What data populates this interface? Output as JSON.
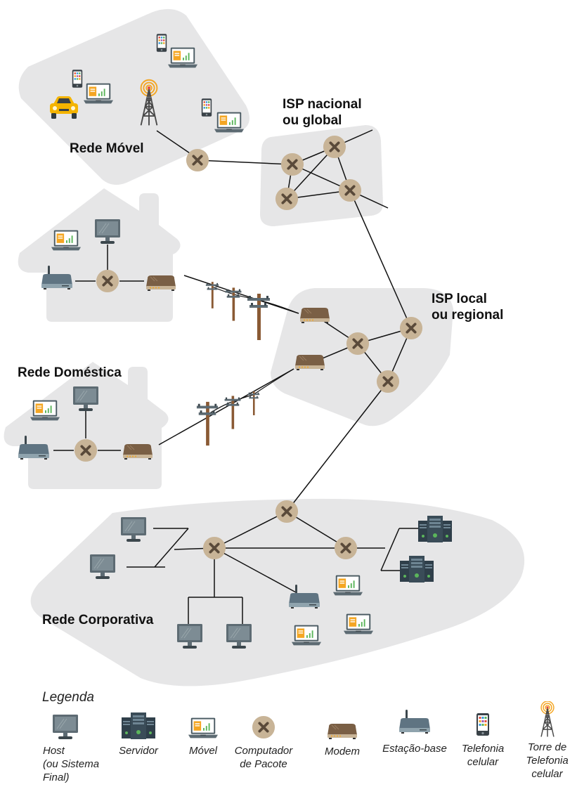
{
  "regions": {
    "mobile_network": "Rede Móvel",
    "isp_national": [
      "ISP nacional",
      "ou global"
    ],
    "isp_local": [
      "ISP local",
      "ou regional"
    ],
    "home_network": "Rede Doméstica",
    "enterprise_network": "Rede Corporativa"
  },
  "legend": {
    "title": "Legenda",
    "items": [
      {
        "icon": "host-icon",
        "label": [
          "Host",
          "(ou Sistema",
          "Final)"
        ]
      },
      {
        "icon": "server-icon",
        "label": [
          "Servidor"
        ]
      },
      {
        "icon": "mobile-icon",
        "label": [
          "Móvel"
        ]
      },
      {
        "icon": "packet-switch-icon",
        "label": [
          "Computador",
          "de Pacote"
        ]
      },
      {
        "icon": "modem-icon",
        "label": [
          "Modem"
        ]
      },
      {
        "icon": "base-station-icon",
        "label": [
          "Estação-base"
        ]
      },
      {
        "icon": "cell-phone-icon",
        "label": [
          "Telefonia",
          "celular"
        ]
      },
      {
        "icon": "cell-tower-icon",
        "label": [
          "Torre de",
          "Telefonia",
          "celular"
        ]
      }
    ]
  },
  "colors": {
    "region_fill": "#e6e6e7",
    "switch_fill": "#c8b497",
    "switch_mark": "#5a4a3a",
    "monitor": "#5d6b73",
    "server": "#2f3f4a",
    "modem": "#7a5f45",
    "base_station": "#5f7482",
    "accent_orange": "#f4a623",
    "accent_green": "#5bb55b",
    "link": "#111111"
  }
}
